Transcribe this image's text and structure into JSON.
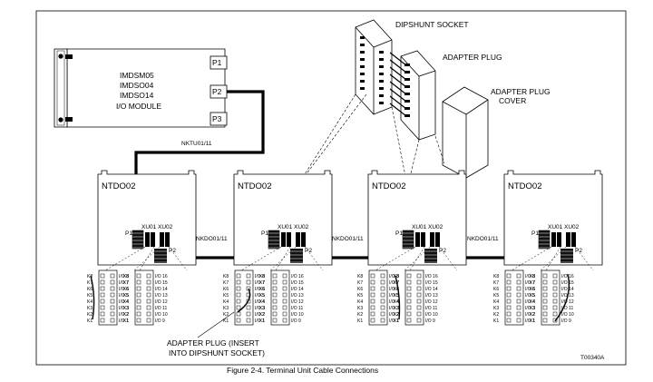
{
  "figure_id": "T00340A",
  "io_module": {
    "lines": [
      "IMDSM05",
      "IMDSO04",
      "IMDSO14",
      "I/O MODULE"
    ],
    "ports": [
      "P1",
      "P2",
      "P3"
    ]
  },
  "dipshunt": {
    "socket_label": "DIPSHUNT SOCKET",
    "plug_label": "ADAPTER PLUG",
    "cover_label_1": "ADAPTER PLUG",
    "cover_label_2": "COVER"
  },
  "cables": {
    "main": "NKTU01/11",
    "link1": "NKDO01/11",
    "link2": "NKDO01/11",
    "link3": "NKDO01/11"
  },
  "terminal_boards": [
    {
      "title": "NTDO02",
      "xu01": "XU01",
      "xu02": "XU02",
      "p1": "P1",
      "p2": "P2"
    },
    {
      "title": "NTDO02",
      "xu01": "XU01",
      "xu02": "XU02",
      "p1": "P1",
      "p2": "P2"
    },
    {
      "title": "NTDO02",
      "xu01": "XU01",
      "xu02": "XU02",
      "p1": "P1",
      "p2": "P2"
    },
    {
      "title": "NTDO02",
      "xu01": "XU01",
      "xu02": "XU02",
      "p1": "P1",
      "p2": "P2"
    }
  ],
  "pin_labels": {
    "k": [
      "K8",
      "K7",
      "K6",
      "K5",
      "K4",
      "K3",
      "K2",
      "K1"
    ],
    "left_io": [
      "I/O 8",
      "I/O 7",
      "I/O 6",
      "I/O 5",
      "I/O 4",
      "I/O 3",
      "I/O 2",
      "I/O 1"
    ],
    "right_io": [
      "I/O 16",
      "I/O 15",
      "I/O 14",
      "I/O 13",
      "I/O 12",
      "I/O 11",
      "I/O 10",
      "I/O 9"
    ]
  },
  "callout": {
    "line1": "ADAPTER PLUG (INSERT",
    "line2": "INTO DIPSHUNT SOCKET)"
  },
  "caption": "Figure 2-4. Terminal Unit Cable Connections"
}
